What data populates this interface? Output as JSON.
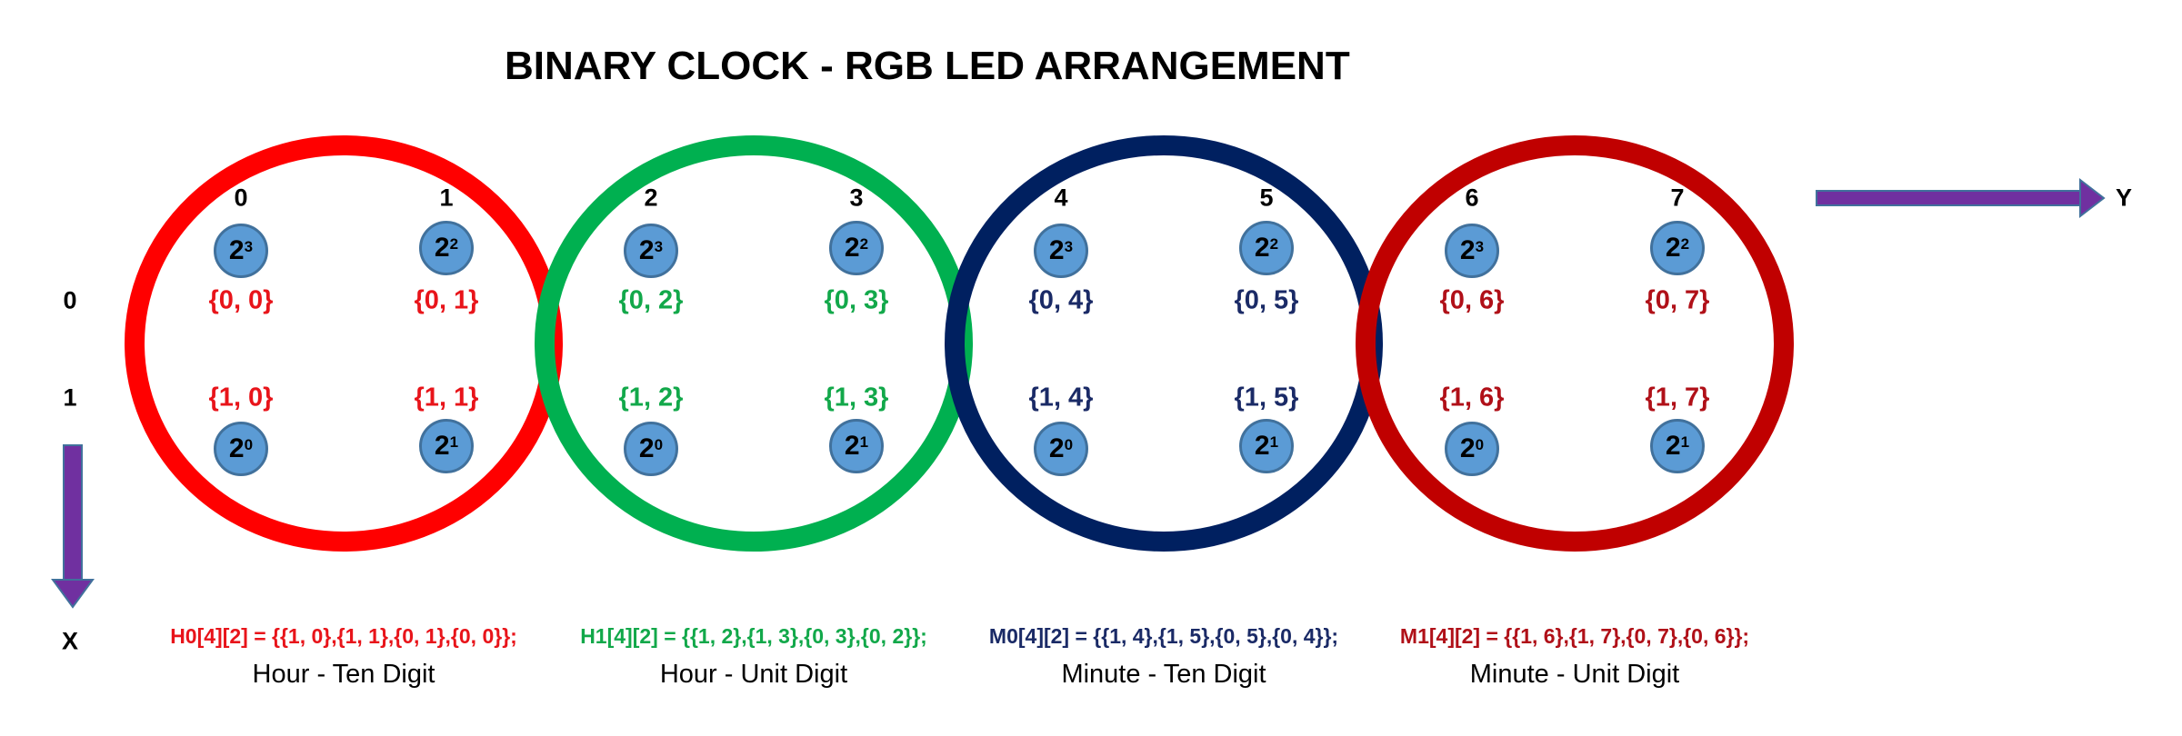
{
  "title": "BINARY CLOCK - RGB LED ARRANGEMENT",
  "axes": {
    "x_label": "X",
    "y_label": "Y"
  },
  "rows": [
    "0",
    "1"
  ],
  "digits": [
    {
      "color": "#ff0000",
      "text_color": "#e8141a",
      "columns": [
        "0",
        "1"
      ],
      "coords": [
        "{0, 0}",
        "{0, 1}",
        "{1, 0}",
        "{1, 1}"
      ],
      "leds": [
        {
          "base": "2",
          "exp": "3"
        },
        {
          "base": "2",
          "exp": "2"
        },
        {
          "base": "2",
          "exp": "0"
        },
        {
          "base": "2",
          "exp": "1"
        }
      ],
      "array_def": "H0[4][2] = {{1, 0},{1, 1},{0, 1},{0, 0}};",
      "caption": "Hour - Ten Digit"
    },
    {
      "color": "#00b050",
      "text_color": "#12a84a",
      "columns": [
        "2",
        "3"
      ],
      "coords": [
        "{0, 2}",
        "{0, 3}",
        "{1, 2}",
        "{1, 3}"
      ],
      "leds": [
        {
          "base": "2",
          "exp": "3"
        },
        {
          "base": "2",
          "exp": "2"
        },
        {
          "base": "2",
          "exp": "0"
        },
        {
          "base": "2",
          "exp": "1"
        }
      ],
      "array_def": "H1[4][2] = {{1, 2},{1, 3},{0, 3},{0, 2}};",
      "caption": "Hour - Unit Digit"
    },
    {
      "color": "#002060",
      "text_color": "#1a2a66",
      "columns": [
        "4",
        "5"
      ],
      "coords": [
        "{0, 4}",
        "{0, 5}",
        "{1, 4}",
        "{1, 5}"
      ],
      "leds": [
        {
          "base": "2",
          "exp": "3"
        },
        {
          "base": "2",
          "exp": "2"
        },
        {
          "base": "2",
          "exp": "0"
        },
        {
          "base": "2",
          "exp": "1"
        }
      ],
      "array_def": "M0[4][2] = {{1, 4},{1, 5},{0, 5},{0, 4}};",
      "caption": "Minute - Ten Digit"
    },
    {
      "color": "#c00000",
      "text_color": "#b01018",
      "columns": [
        "6",
        "7"
      ],
      "coords": [
        "{0, 6}",
        "{0, 7}",
        "{1, 6}",
        "{1, 7}"
      ],
      "leds": [
        {
          "base": "2",
          "exp": "3"
        },
        {
          "base": "2",
          "exp": "2"
        },
        {
          "base": "2",
          "exp": "0"
        },
        {
          "base": "2",
          "exp": "1"
        }
      ],
      "array_def": "M1[4][2] = {{1, 6},{1, 7},{0, 7},{0, 6}};",
      "caption": "Minute - Unit Digit"
    }
  ]
}
